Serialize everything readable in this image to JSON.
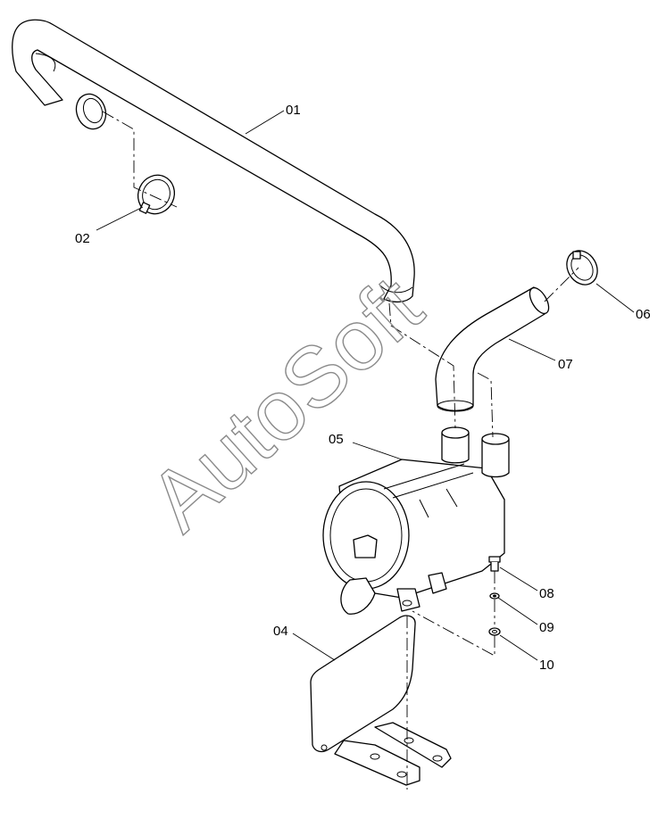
{
  "watermark": "AutoSoft",
  "callouts": [
    {
      "id": "01",
      "label": "01"
    },
    {
      "id": "02",
      "label": "02"
    },
    {
      "id": "04",
      "label": "04"
    },
    {
      "id": "05",
      "label": "05"
    },
    {
      "id": "06",
      "label": "06"
    },
    {
      "id": "07",
      "label": "07"
    },
    {
      "id": "08",
      "label": "08"
    },
    {
      "id": "09",
      "label": "09"
    },
    {
      "id": "10",
      "label": "10"
    }
  ],
  "colors": {
    "line": "#000000",
    "watermark": "#8a8a8a",
    "background": "#ffffff"
  }
}
